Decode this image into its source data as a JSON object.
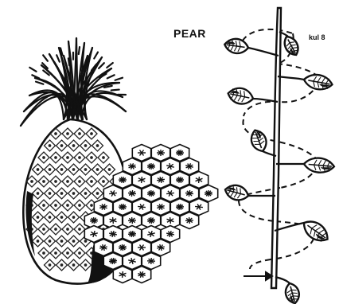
{
  "figure": {
    "title": "PEAR",
    "corner_note": "kul 8",
    "ink_color": "#111111",
    "paper_color": "#ffffff",
    "panels": [
      {
        "name": "pineapple-with-hexagonal-scale-pattern",
        "icon": "pineapple-icon"
      },
      {
        "name": "stem-with-spiral-leaf-arrangement",
        "icon": "leaf-spiral-icon"
      }
    ]
  }
}
